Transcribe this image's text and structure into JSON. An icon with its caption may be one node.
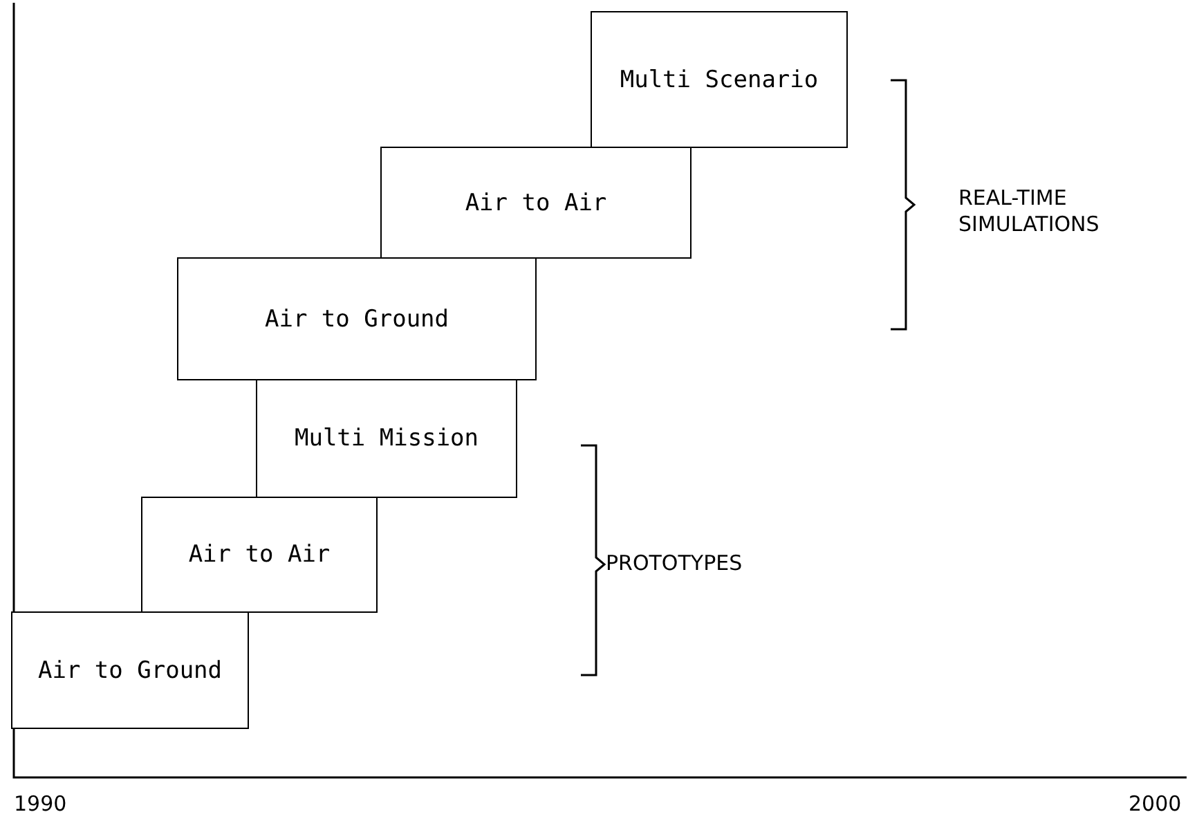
{
  "diagram": {
    "nodes": [
      {
        "text": [
          "Multi Scenario"
        ]
      },
      {
        "text": [
          "Air to Air"
        ]
      },
      {
        "text": [
          "Air to Ground"
        ]
      },
      {
        "text": [
          "Multi Mission"
        ]
      },
      {
        "text": [
          "Air to Air"
        ]
      },
      {
        "text": [
          "Air to Ground"
        ]
      }
    ],
    "labels": [
      "REAL-TIME SIMULATIONS",
      "PROTOTYPES",
      "1990",
      "2000"
    ]
  }
}
